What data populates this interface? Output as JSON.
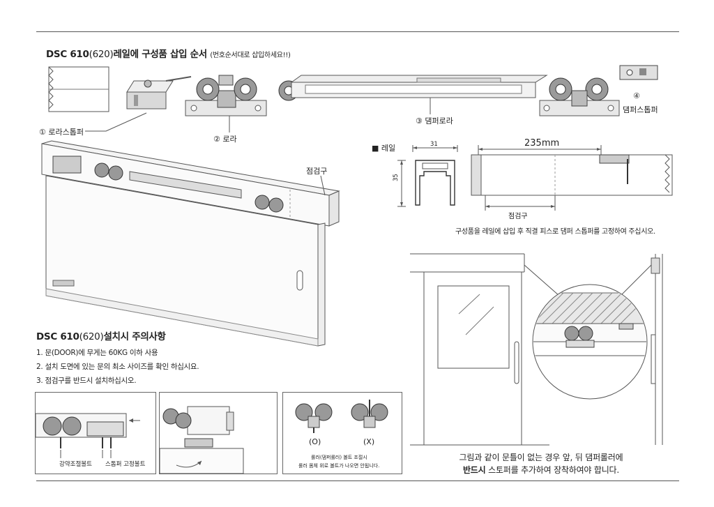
{
  "header": {
    "model": "DSC 610",
    "model_alt": "(620)",
    "title": "레일에 구성품 삽입 순서",
    "subtitle": "(번호순서대로 삽입하세요!!)"
  },
  "parts": {
    "roller_stopper": "① 로라스톱퍼",
    "roller": "② 로라",
    "damper_roller": "③ 댐퍼로라",
    "damper_stopper_num": "④",
    "damper_stopper": "댐퍼스톱퍼"
  },
  "rail": {
    "label": "■ 레일",
    "width": "31",
    "height": "35"
  },
  "diagram": {
    "inspection": "점검구",
    "inspection2": "점검구",
    "dimension": "235mm",
    "fix_note": "구성품을 레일에 삽입 후 직결 피스로 댐퍼 스톱퍼를 고정하여 주십시오."
  },
  "install": {
    "model": "DSC 610",
    "model_alt": "(620)",
    "title": "설치시 주의사항",
    "rules": [
      "1. 문(DOOR)에 무게는 60KG 이하 사용",
      "2. 설치 도면에 있는 문의 최소 사이즈를 확인 하십시요.",
      "3. 점검구를 반드시 설치하십시오."
    ]
  },
  "details": {
    "adjust_bolt": "강약조절볼트",
    "fix_bolt": "스톱퍼 고정볼트",
    "ok": "(O)",
    "ng": "(X)",
    "bolt_note_1": "롤러(댐퍼롤러) 볼트 조절시",
    "bolt_note_2": "롤러 몸체 위로 볼트가 나오면 안됩니다."
  },
  "caption": {
    "line1": "그림과 같이 문틀이 없는 경우 앞, 뒤 댐퍼롤러에",
    "line2_bold": "반드시",
    "line2_rest": " 스토퍼를 추가하여 장착하여야 합니다."
  }
}
